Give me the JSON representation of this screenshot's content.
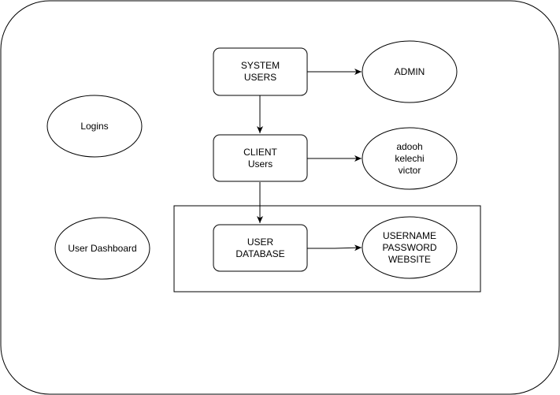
{
  "nodes": {
    "system_users": {
      "lines": [
        "SYSTEM",
        "USERS"
      ]
    },
    "admin": {
      "lines": [
        "ADMIN"
      ]
    },
    "client_users": {
      "lines": [
        "CLIENT",
        "Users"
      ]
    },
    "client_names": {
      "lines": [
        "adooh",
        "kelechi",
        "victor"
      ]
    },
    "user_database": {
      "lines": [
        "USER",
        "DATABASE"
      ]
    },
    "credentials": {
      "lines": [
        "USERNAME",
        "PASSWORD",
        "WEBSITE"
      ]
    },
    "logins": {
      "lines": [
        "Logins"
      ]
    },
    "user_dashboard": {
      "lines": [
        "User Dashboard"
      ]
    }
  },
  "colors": {
    "stroke": "#000000",
    "fill": "#ffffff"
  }
}
